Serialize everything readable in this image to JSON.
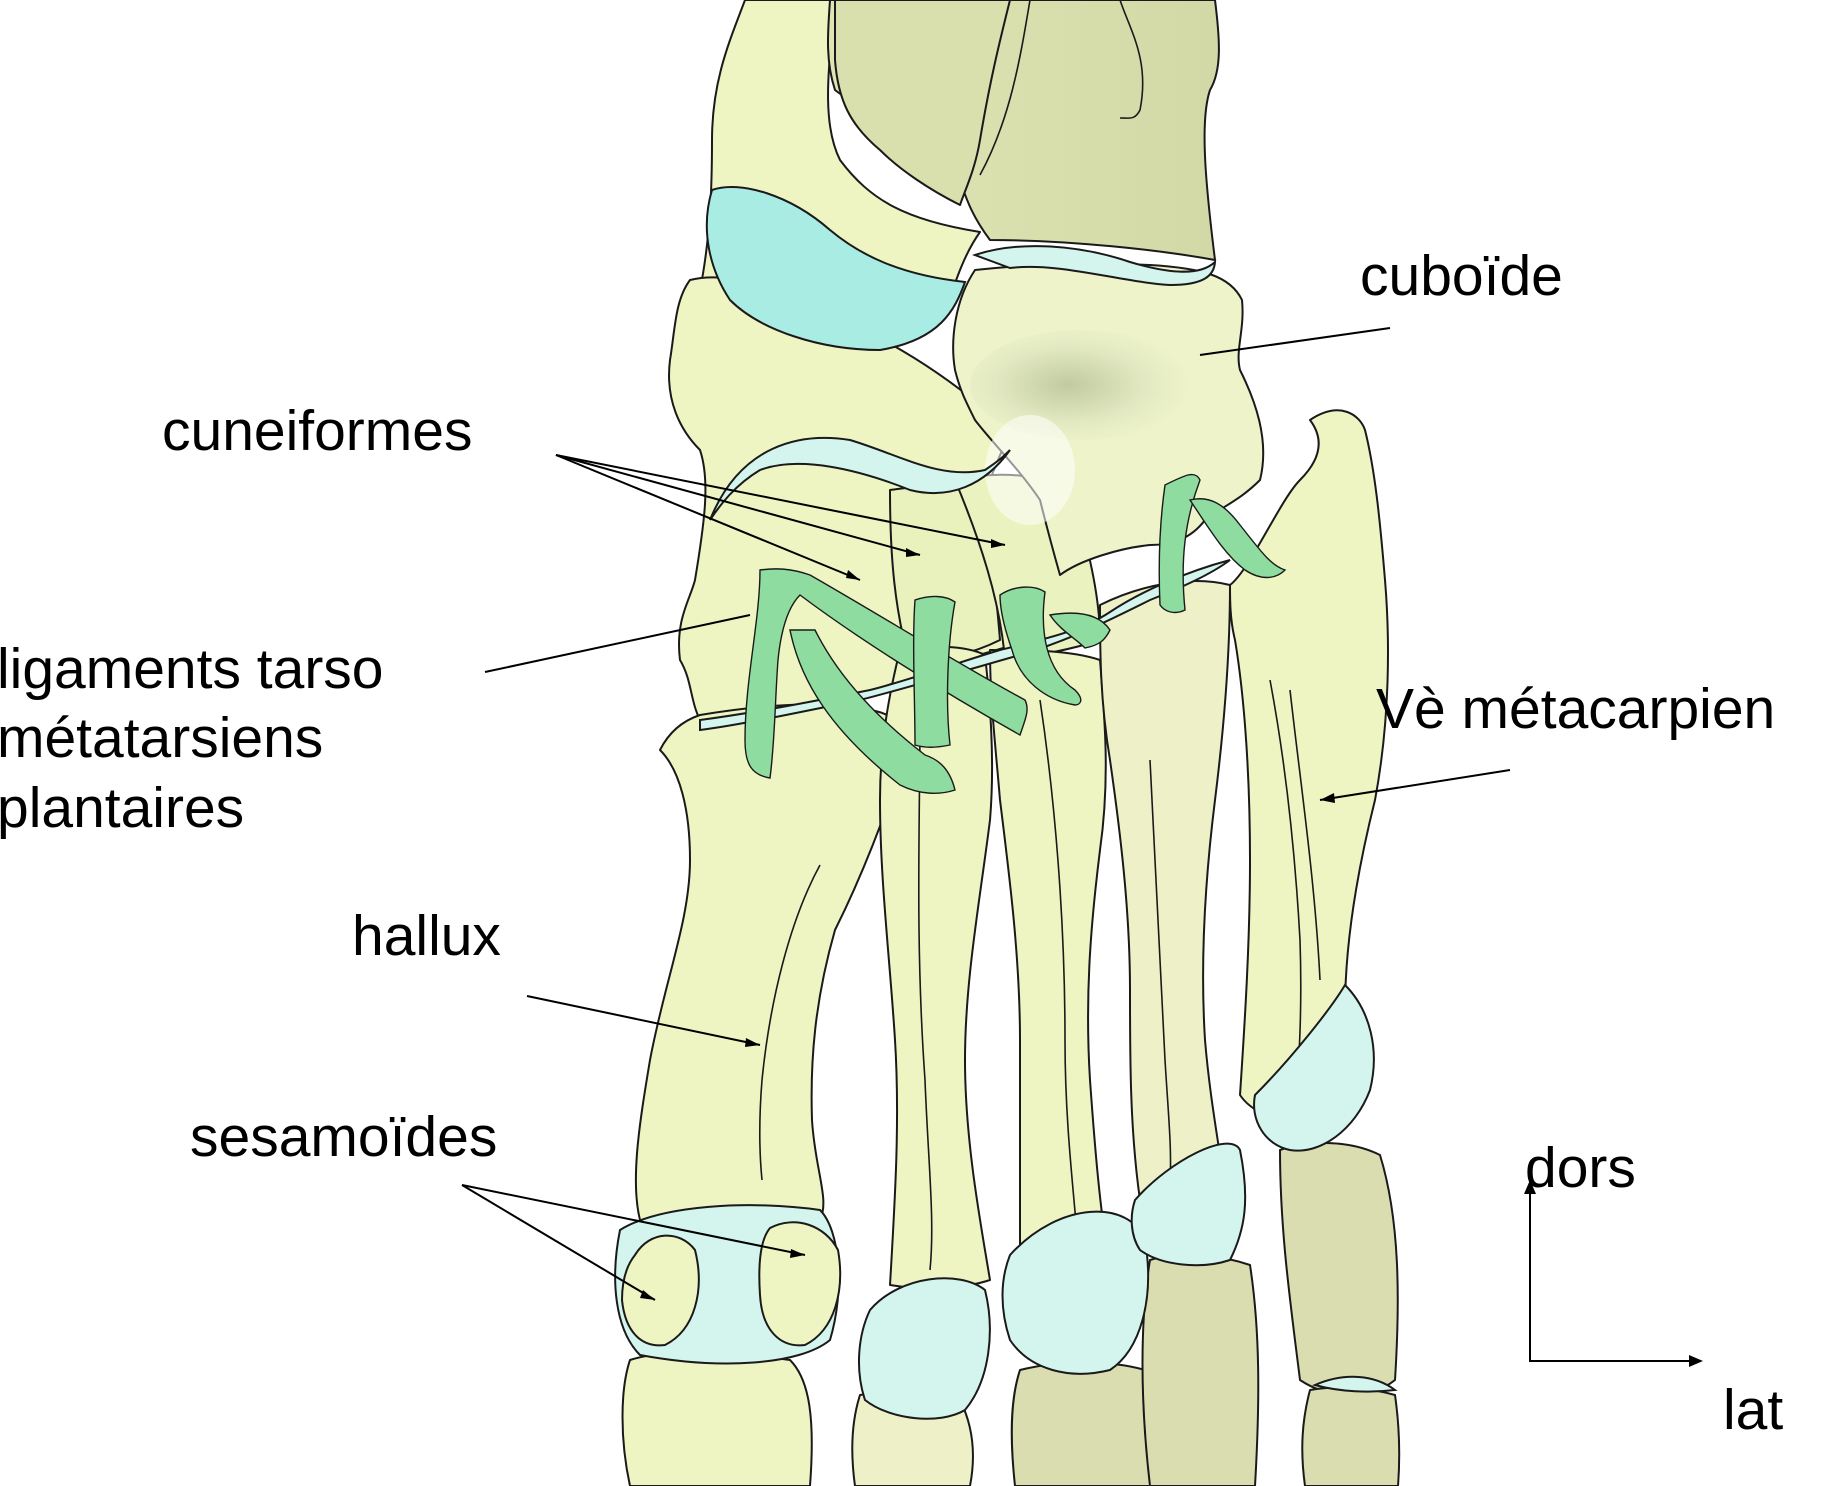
{
  "labels": {
    "cuboide": "cuboïde",
    "cuneiformes": "cuneiformes",
    "ligaments_line1": "ligaments tarso",
    "ligaments_line2": "métatarsiens",
    "ligaments_line3": "plantaires",
    "metacarpien": "Vè métacarpien",
    "hallux": "hallux",
    "sesamoides": "sesamoïdes",
    "axis_dorsal": "dors",
    "axis_lateral": "lat"
  },
  "colors": {
    "bone_light": "#eef5c2",
    "bone_mid": "#e2ecb0",
    "bone_dark": "#d6dbac",
    "cartilage": "#cff3ec",
    "cartilage_deep": "#9fe8df",
    "ligament": "#8fdca0",
    "ink": "#000000"
  }
}
